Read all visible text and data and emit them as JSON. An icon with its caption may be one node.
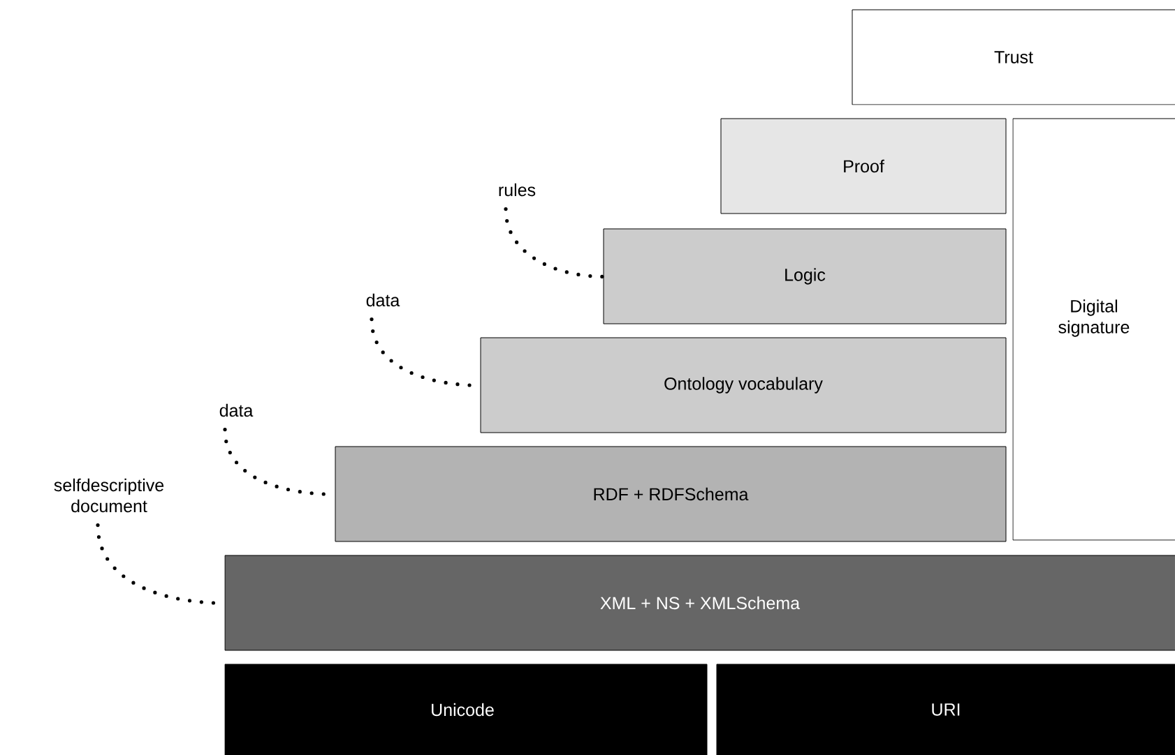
{
  "diagram": {
    "nodes": [
      {
        "text": [
          "Trust"
        ]
      },
      {
        "text": [
          "Proof"
        ]
      },
      {
        "text": [
          "Digital signature"
        ]
      },
      {
        "text": [
          "rules"
        ]
      },
      {
        "text": [
          "Logic"
        ]
      },
      {
        "text": [
          "data"
        ]
      },
      {
        "text": [
          "Ontology vocabulary"
        ]
      },
      {
        "text": [
          "data"
        ]
      },
      {
        "text": [
          "RDF + RDFSchema"
        ]
      },
      {
        "text": [
          "selfdescriptive document"
        ]
      },
      {
        "text": [
          "XML + NS + XMLSchema"
        ]
      },
      {
        "text": [
          "Unicode"
        ]
      },
      {
        "text": [
          "URI"
        ]
      }
    ],
    "edges": [
      {
        "from": 3,
        "to": 4,
        "arrow": "none"
      },
      {
        "from": 5,
        "to": 6,
        "arrow": "none"
      },
      {
        "from": 7,
        "to": 8,
        "arrow": "none"
      },
      {
        "from": 9,
        "to": 10,
        "arrow": "none"
      }
    ]
  }
}
